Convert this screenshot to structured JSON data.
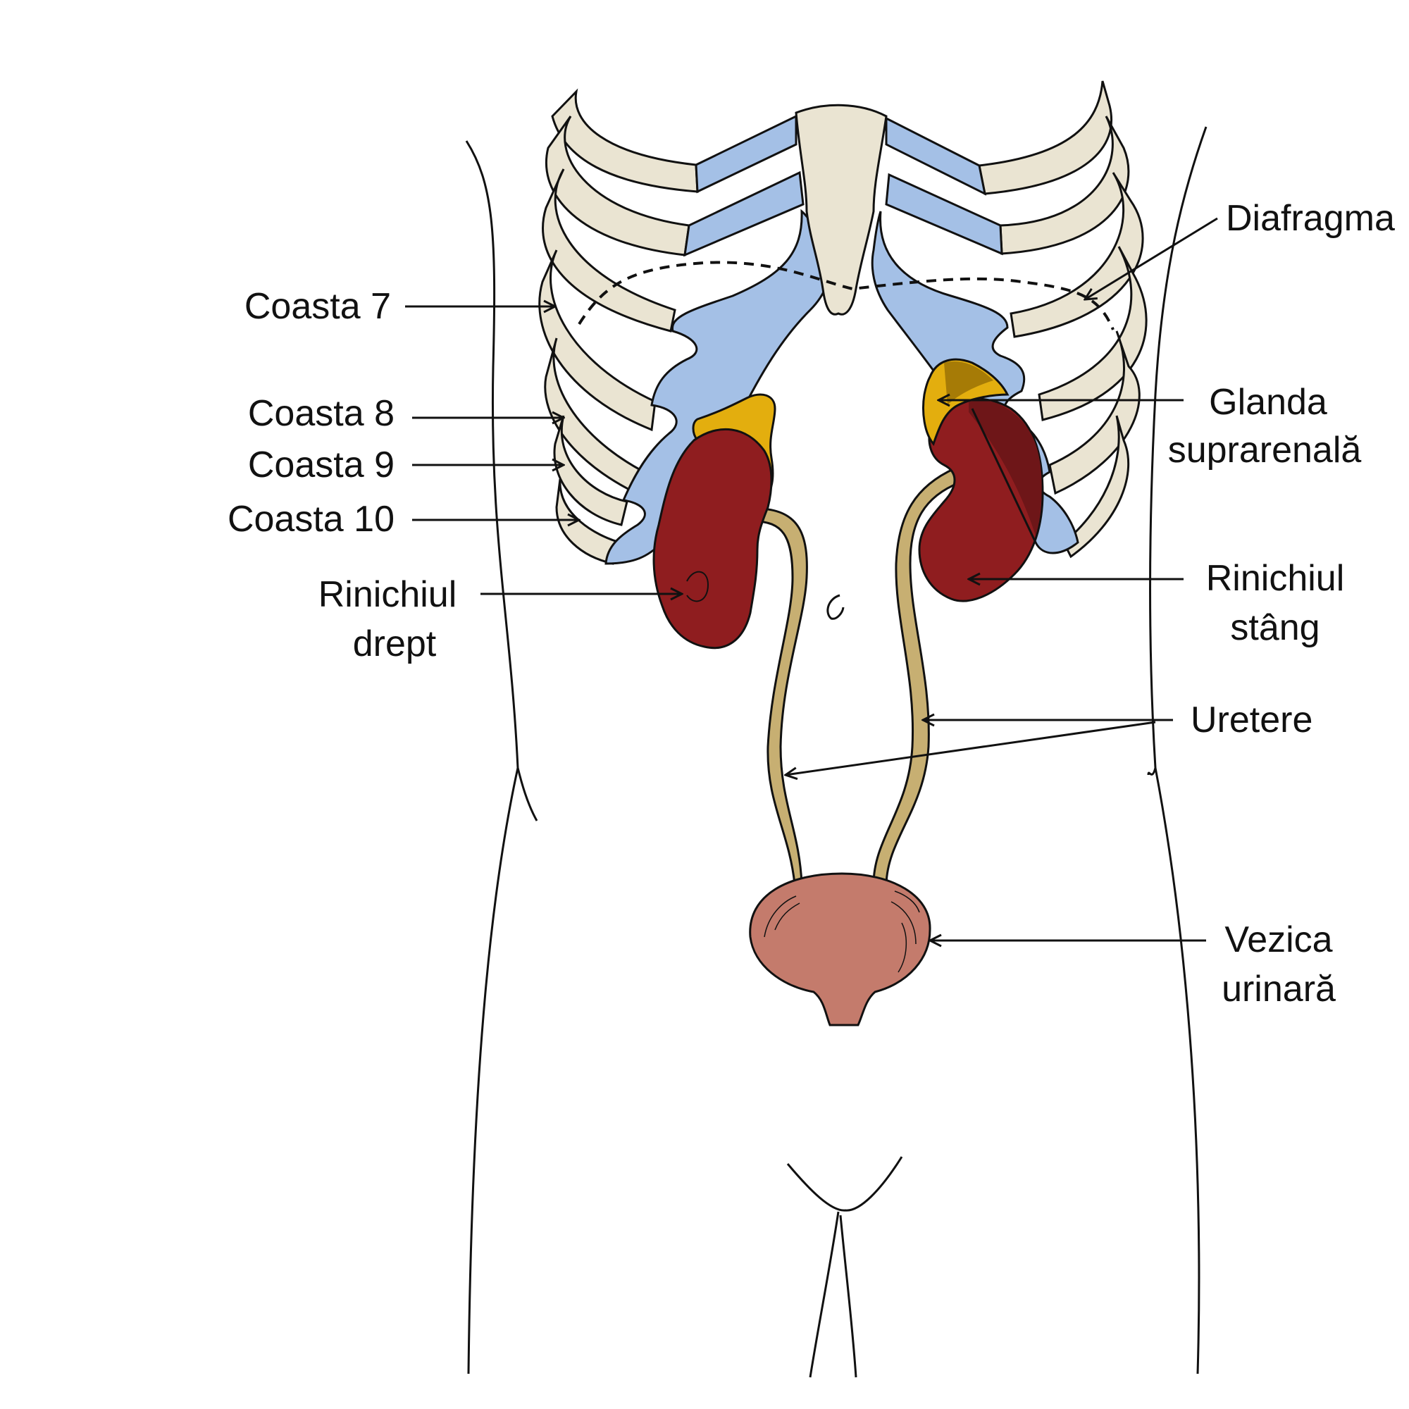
{
  "labels": {
    "coasta7": "Coasta 7",
    "coasta8": "Coasta 8",
    "coasta9": "Coasta 9",
    "coasta10": "Coasta 10",
    "rinichiul_drept": [
      "Rinichiul",
      "drept"
    ],
    "diafragma": "Diafragma",
    "glanda_suprarenala": [
      "Glanda",
      "suprarenală"
    ],
    "rinichiul_stang": [
      "Rinichiul",
      "stâng"
    ],
    "uretere": "Uretere",
    "vezica_urinara": [
      "Vezica",
      "urinară"
    ]
  },
  "colors": {
    "bone": "#EAE4D2",
    "cartilage": "#A4C0E6",
    "kidney": "#8F1D1F",
    "kidney_dark": "#6E1618",
    "adrenal": "#E3AE0E",
    "ureter": "#C7AF72",
    "bladder": "#C47B6C",
    "outline": "#111111"
  }
}
